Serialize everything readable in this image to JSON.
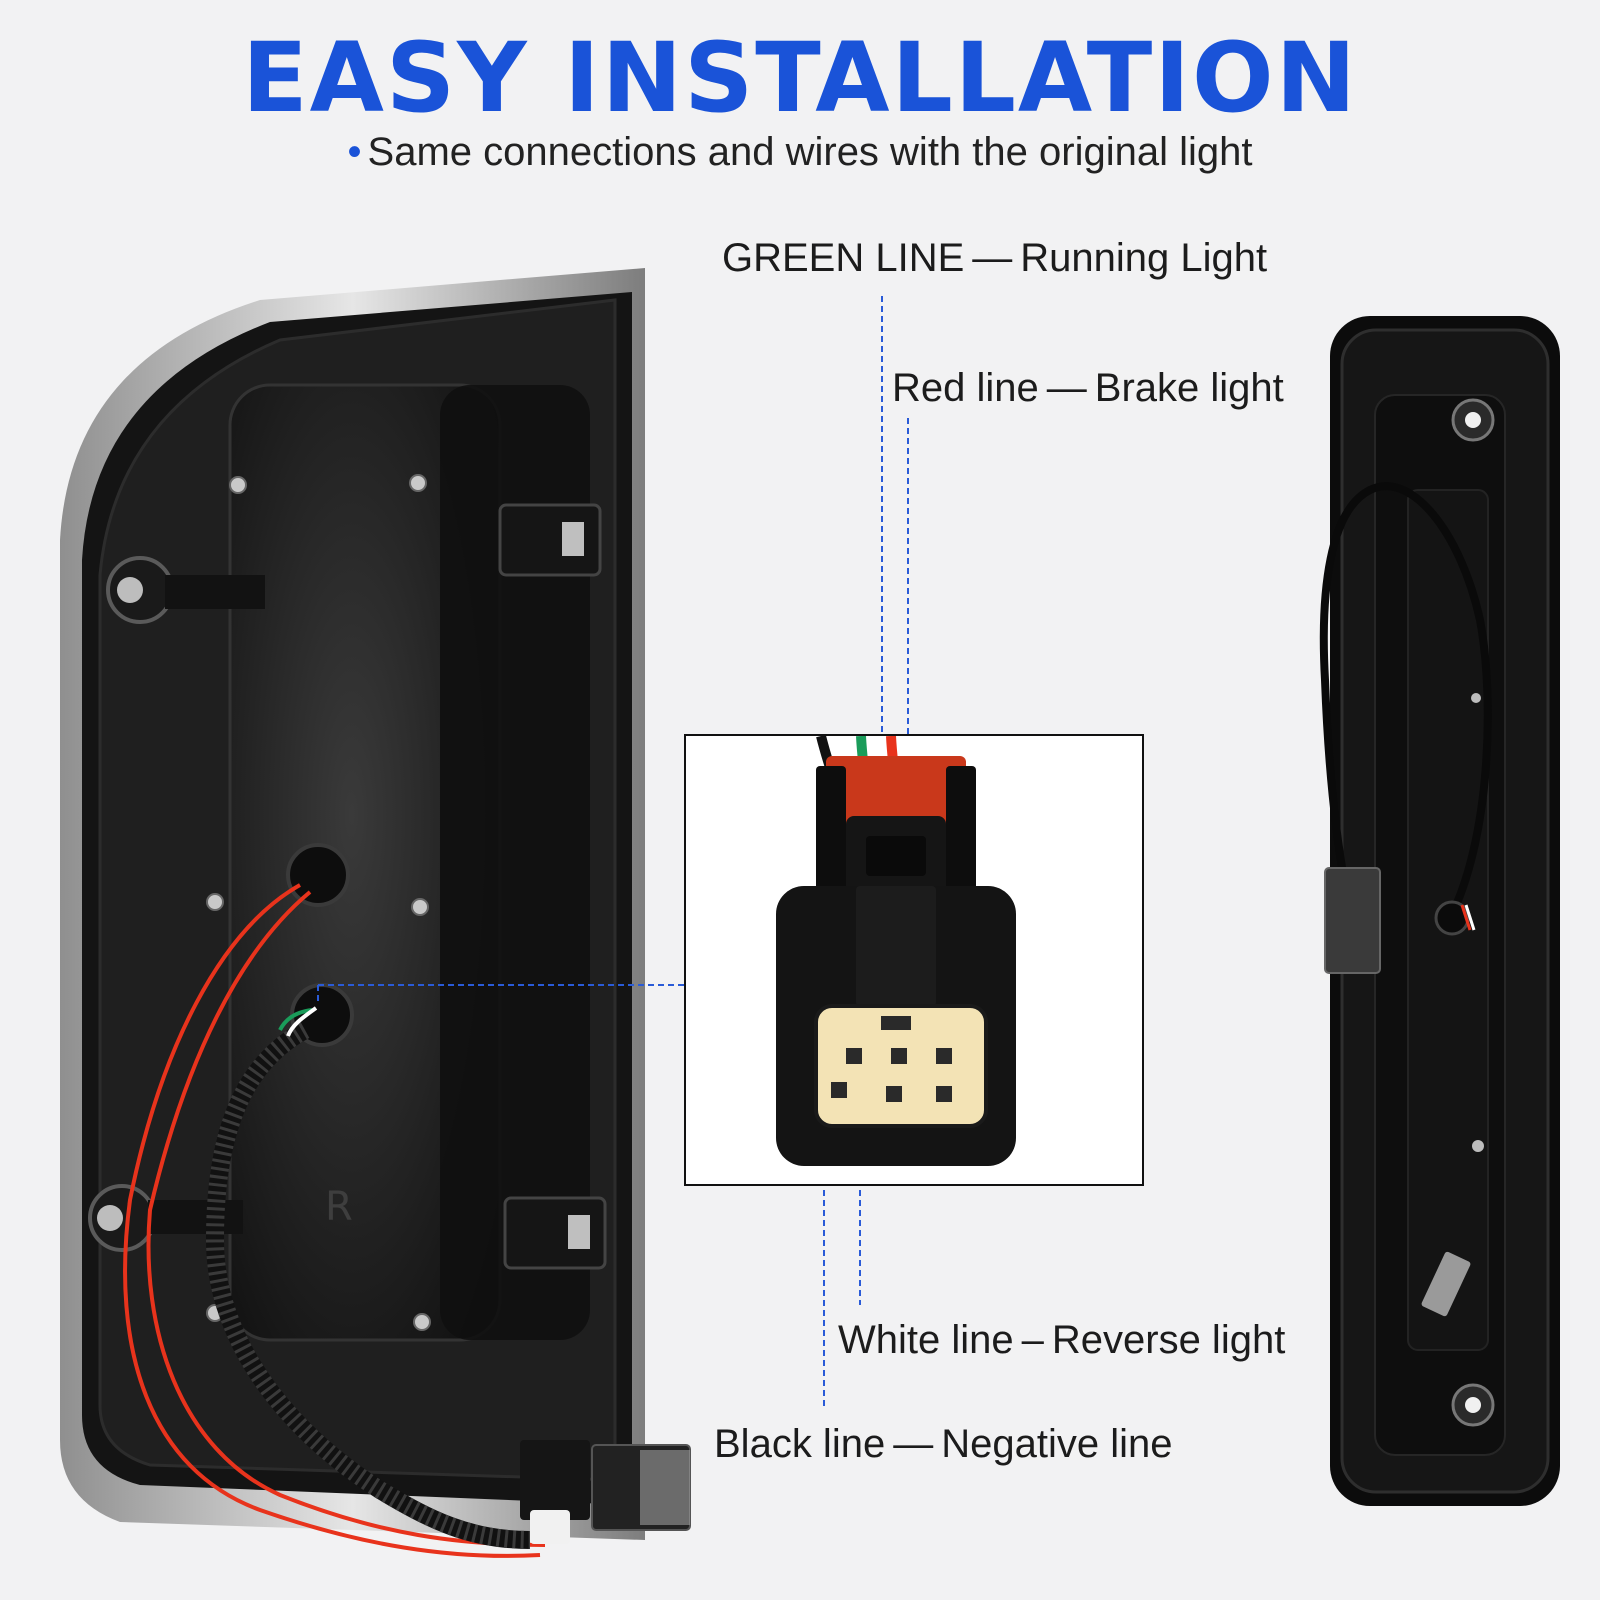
{
  "header": {
    "title": "EASY INSTALLATION",
    "subtitle": "Same connections and wires with the original light"
  },
  "labels": {
    "green": {
      "name": "GREEN LINE",
      "desc": "Running Light"
    },
    "red": {
      "name": "Red line",
      "desc": "Brake light"
    },
    "white": {
      "name": "White line",
      "desc": "Reverse light"
    },
    "black": {
      "name": "Black line",
      "desc": "Negative line"
    }
  },
  "colors": {
    "accent": "#1a53d8",
    "wire_red": "#e8331c",
    "wire_green": "#1a9c5a",
    "housing": "#111111",
    "leader_line": "#2a5bd7"
  },
  "part_mark": "R"
}
